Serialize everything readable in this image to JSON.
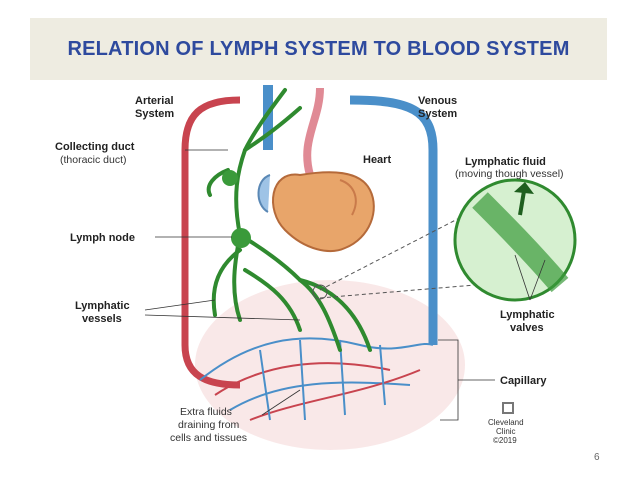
{
  "slide": {
    "title": "RELATION OF LYMPH SYSTEM TO BLOOD SYSTEM",
    "page_number": "6"
  },
  "diagram": {
    "labels": {
      "arterial_1": "Arterial",
      "arterial_2": "System",
      "venous_1": "Venous",
      "venous_2": "System",
      "collecting_duct": "Collecting duct",
      "thoracic_duct": "(thoracic duct)",
      "heart": "Heart",
      "lymphatic_fluid": "Lymphatic fluid",
      "moving": "(moving though vessel)",
      "lymph_node": "Lymph node",
      "lymphatic_vessels_1": "Lymphatic",
      "lymphatic_vessels_2": "vessels",
      "lymphatic_valves_1": "Lymphatic",
      "lymphatic_valves_2": "valves",
      "capillary": "Capillary",
      "extra_1": "Extra fluids",
      "extra_2": "draining from",
      "extra_3": "cells and tissues",
      "clinic_1": "Cleveland",
      "clinic_2": "Clinic",
      "clinic_3": "©2019"
    },
    "colors": {
      "artery": "#c8444f",
      "vein": "#4a8fc9",
      "lymph": "#2f8a2f",
      "heart": "#e8a56a",
      "title": "#2e4a9e",
      "title_bg": "#eeece1"
    }
  }
}
